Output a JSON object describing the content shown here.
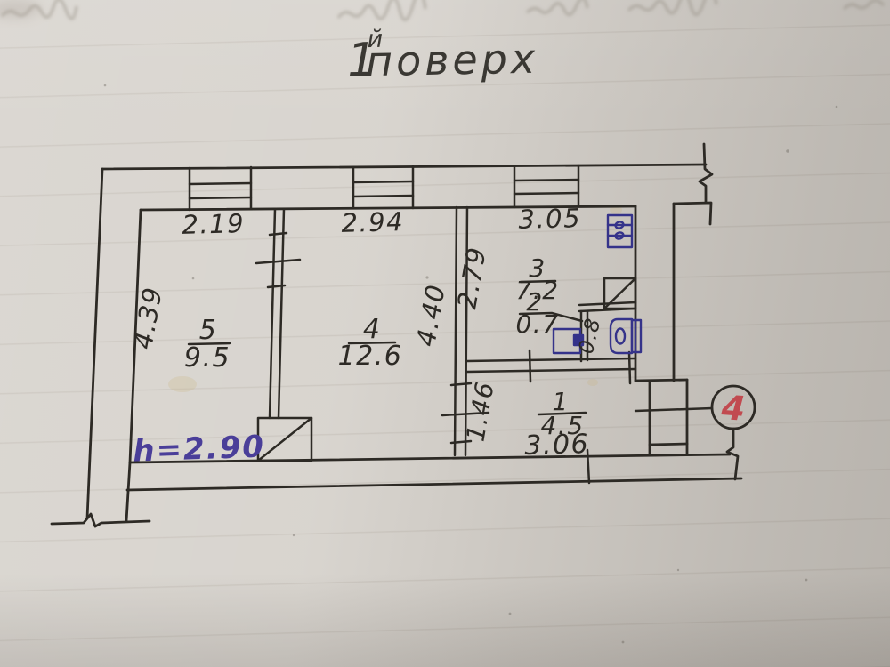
{
  "title": {
    "floor_prefix": "1",
    "floor_suffix": "й",
    "floor_word": "поверх"
  },
  "plan": {
    "rooms": [
      {
        "number": "5",
        "area": "9.5"
      },
      {
        "number": "4",
        "area": "12.6"
      },
      {
        "number": "3",
        "area": "7.2"
      },
      {
        "number": "2",
        "area": "0.7"
      },
      {
        "number": "1",
        "area": "4.5"
      }
    ],
    "dimensions": {
      "room5_width": "2.19",
      "room4_width": "2.94",
      "kitchen_width": "3.05",
      "room5_depth": "4.39",
      "room4_depth": "4.40",
      "kitchen_depth": "2.79",
      "hall_depth": "1.46",
      "wc_width": "0.8",
      "hall_width": "3.06"
    },
    "ceiling_height": "h=2.90",
    "entrance_number": "4",
    "colors": {
      "paper": "#d7d3cd",
      "plan_ink": "#2d2a25",
      "fixture_ink": "#35338a",
      "height_note_ink": "#4a3e99",
      "entrance_number_ink": "#c14a50"
    }
  }
}
